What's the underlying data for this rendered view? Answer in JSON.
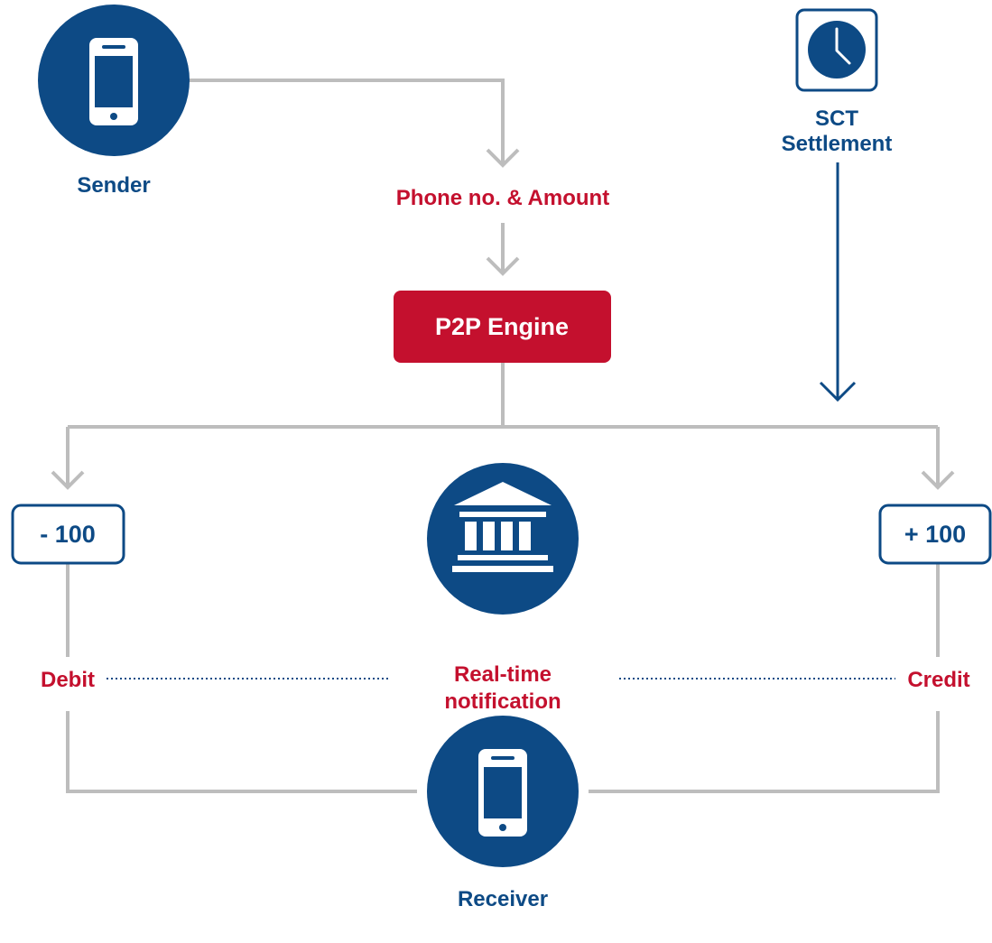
{
  "colors": {
    "navy": "#0d4a85",
    "red": "#c4102e",
    "connector": "#bdbdbd",
    "white": "#ffffff"
  },
  "nodes": {
    "sender": {
      "label": "Sender",
      "icon": "smartphone-icon"
    },
    "receiver": {
      "label": "Receiver",
      "icon": "smartphone-icon"
    },
    "settlement": {
      "label_line1": "SCT",
      "label_line2": "Settlement",
      "icon": "clock-icon"
    },
    "bank": {
      "icon": "bank-icon"
    },
    "engine": {
      "label": "P2P Engine"
    }
  },
  "flow": {
    "payload_label": "Phone no. & Amount",
    "debit_amount": "- 100",
    "credit_amount": "+ 100",
    "debit_label": "Debit",
    "credit_label": "Credit",
    "notification_line1": "Real-time",
    "notification_line2": "notification"
  }
}
